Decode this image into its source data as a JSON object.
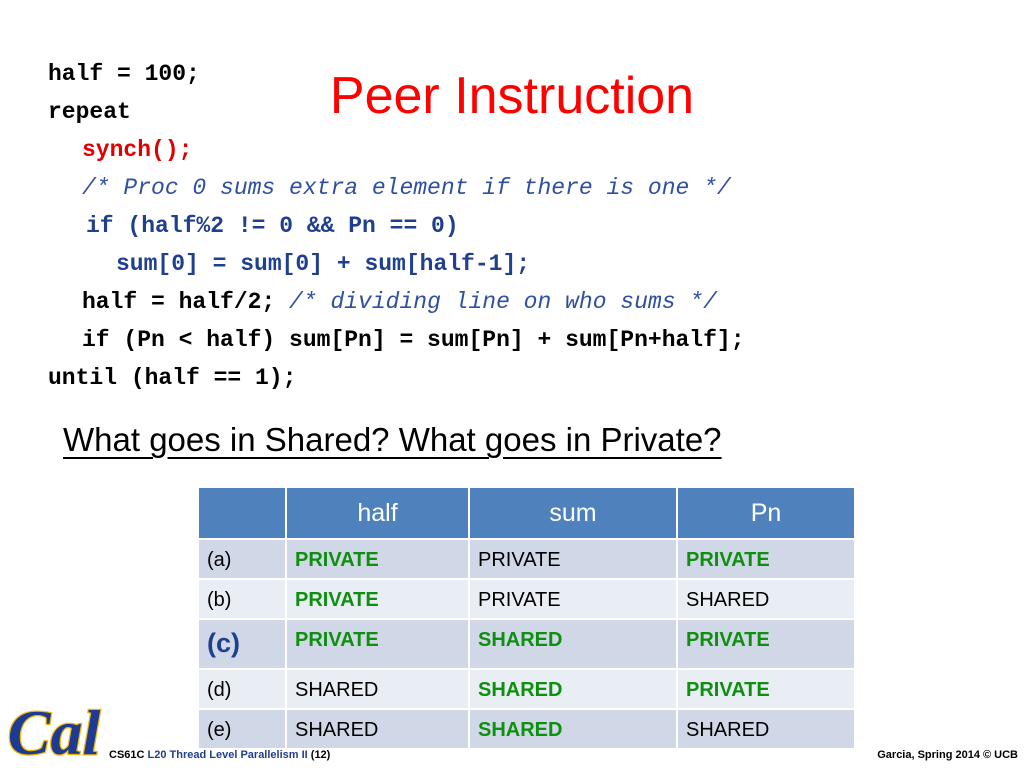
{
  "slide": {
    "title": "Peer Instruction",
    "code": {
      "l1": "half = 100;",
      "l2": "repeat",
      "l3": "synch();",
      "l4": "/* Proc 0 sums extra element if there is one */",
      "l5": "if (half%2 != 0 && Pn == 0)",
      "l6": "sum[0] = sum[0] + sum[half-1];",
      "l7_code": "half = half/2;",
      "l7_comment": "/* dividing line on who sums */",
      "l8": "if (Pn < half) sum[Pn] = sum[Pn] + sum[Pn+half];",
      "l9": "until (half == 1);"
    },
    "question": "What goes in Shared?  What goes in Private?"
  },
  "table": {
    "headers": [
      "",
      "half",
      "sum",
      "Pn"
    ],
    "rows": [
      {
        "label": "(a)",
        "half": "PRIVATE",
        "sum": "PRIVATE",
        "pn": "PRIVATE"
      },
      {
        "label": "(b)",
        "half": "PRIVATE",
        "sum": "PRIVATE",
        "pn": "SHARED"
      },
      {
        "label": "(c)",
        "half": "PRIVATE",
        "sum": "SHARED",
        "pn": "PRIVATE"
      },
      {
        "label": "(d)",
        "half": "SHARED",
        "sum": "SHARED",
        "pn": "PRIVATE"
      },
      {
        "label": "(e)",
        "half": "SHARED",
        "sum": "SHARED",
        "pn": "SHARED"
      }
    ]
  },
  "footer": {
    "course": "CS61C",
    "lecture": "L20 Thread Level Parallelism II",
    "page": "(12)",
    "credit": "Garcia, Spring 2014 © UCB"
  },
  "logo": {
    "text": "Cal",
    "color": "#1f3a93",
    "accent": "#f5b800"
  },
  "colors": {
    "title": "#ff0000",
    "header": "#4f81bd",
    "green": "#0f8f0f",
    "comment": "#2f4fa0"
  }
}
